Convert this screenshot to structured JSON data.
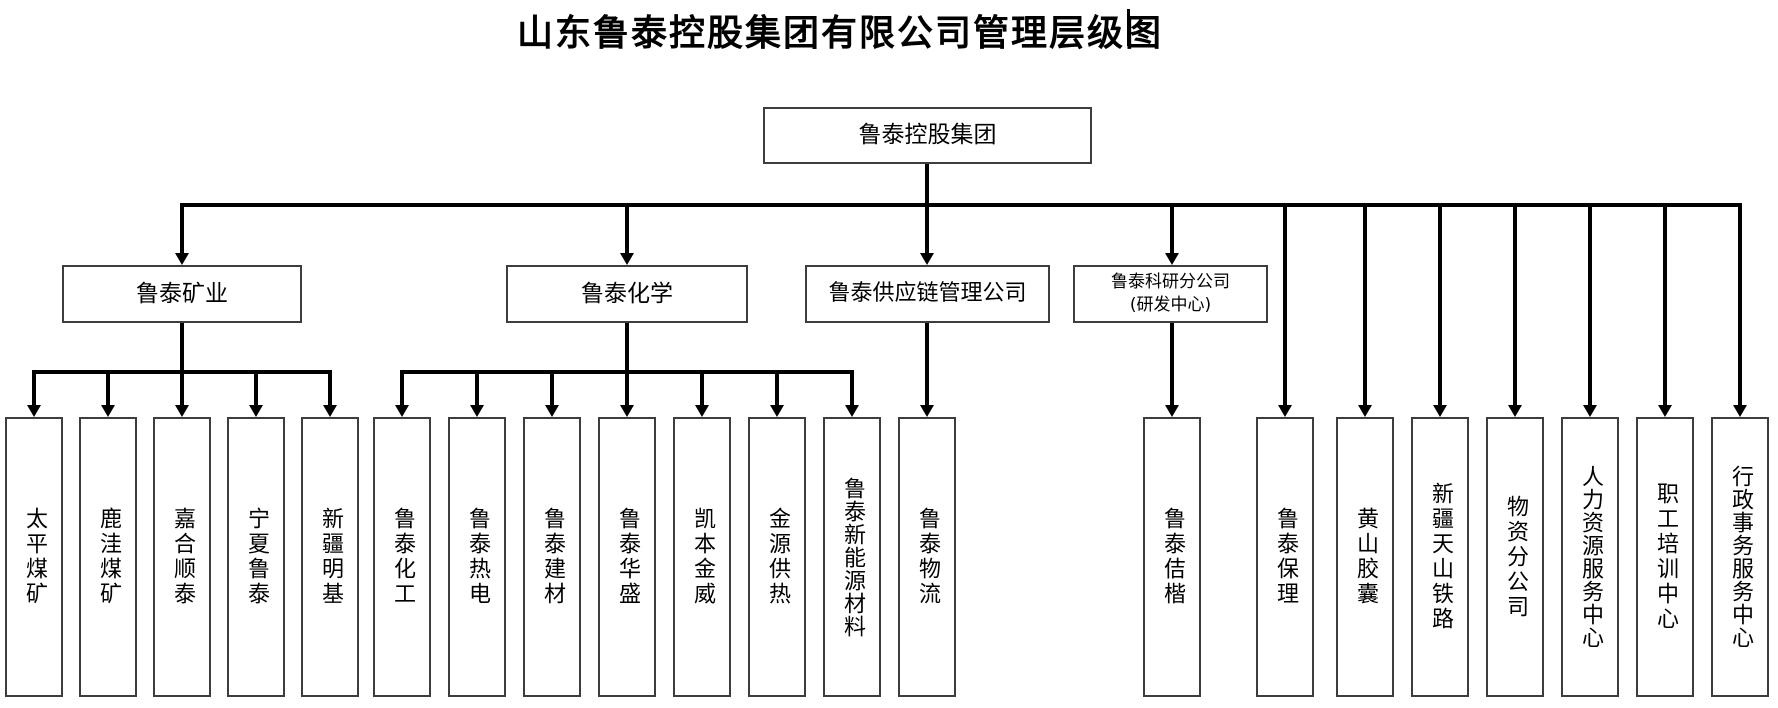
{
  "title": "山东鲁泰控股集团有限公司管理层级图",
  "org": {
    "root": {
      "label": "鲁泰控股集团"
    },
    "level2": [
      {
        "label": "鲁泰矿业",
        "children": [
          "太平煤矿",
          "鹿洼煤矿",
          "嘉合顺泰",
          "宁夏鲁泰",
          "新疆明基"
        ]
      },
      {
        "label": "鲁泰化学",
        "children": [
          "鲁泰化工",
          "鲁泰热电",
          "鲁泰建材",
          "鲁泰华盛",
          "凯本金威",
          "金源供热",
          "鲁泰新能源材料"
        ]
      },
      {
        "label": "鲁泰供应链管理公司",
        "children": [
          "鲁泰物流"
        ]
      },
      {
        "label": "鲁泰科研分公司",
        "label_line2": "(研发中心)",
        "children": [
          "鲁泰佶楷"
        ]
      }
    ],
    "direct_children": [
      "鲁泰保理",
      "黄山胶囊",
      "新疆天山铁路",
      "物资分公司",
      "人力资源服务中心",
      "职工培训中心",
      "行政事务服务中心"
    ]
  },
  "colors": {
    "background": "#ffffff",
    "line": "#000000",
    "box_border": "#3d3d3d",
    "text": "#000000"
  }
}
